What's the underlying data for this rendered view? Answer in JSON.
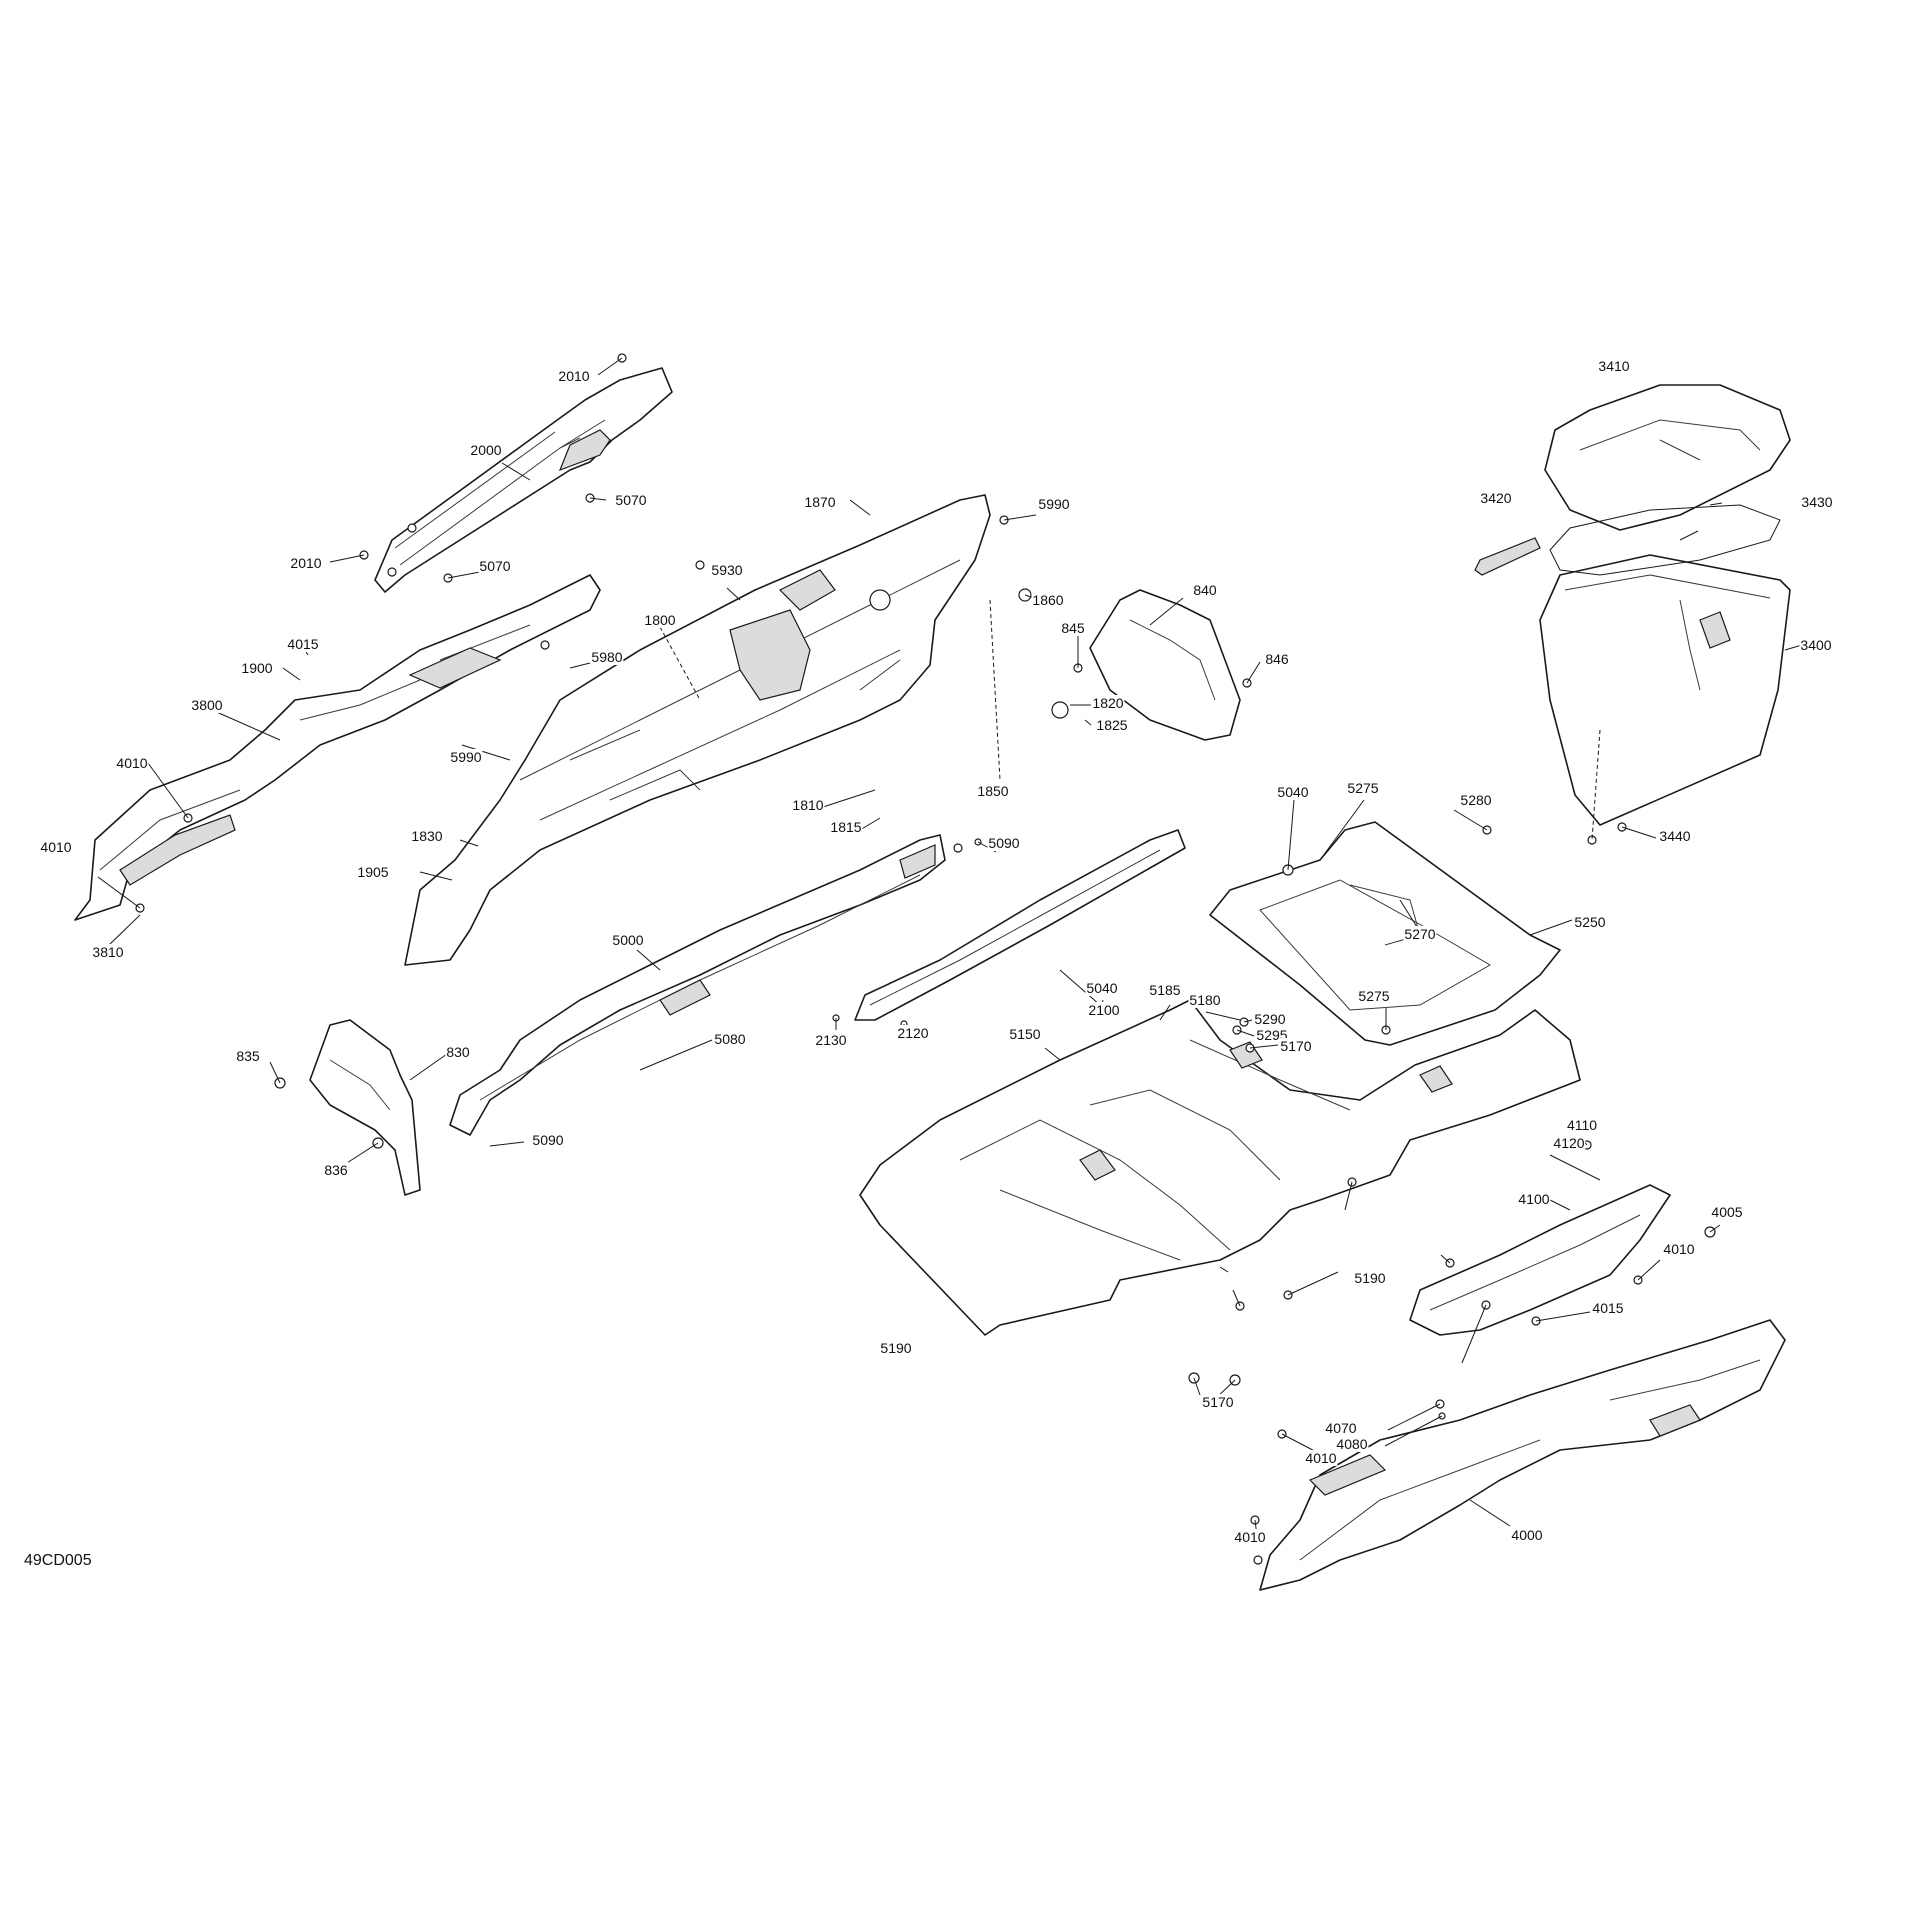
{
  "drawing_code": "49CD005",
  "callouts": [
    "2010",
    "2000",
    "5070",
    "2010",
    "5070",
    "1870",
    "5990",
    "5930",
    "1800",
    "1860",
    "840",
    "845",
    "846",
    "4015",
    "1900",
    "5980",
    "3800",
    "5990",
    "1820",
    "1825",
    "4010",
    "1850",
    "1810",
    "1815",
    "4010",
    "1830",
    "5090",
    "1905",
    "3810",
    "5000",
    "2100",
    "2130",
    "2120",
    "5080",
    "835",
    "830",
    "836",
    "5090",
    "3410",
    "3420",
    "3430",
    "3400",
    "3440",
    "5040",
    "5275",
    "5280",
    "5250",
    "5270",
    "5275",
    "5040",
    "5185",
    "5180",
    "5290",
    "5295",
    "5170",
    "5150",
    "4110",
    "4120",
    "4100",
    "4005",
    "4010",
    "4015",
    "5190",
    "5190",
    "4070",
    "4080",
    "4010",
    "5170",
    "4010",
    "4000"
  ]
}
